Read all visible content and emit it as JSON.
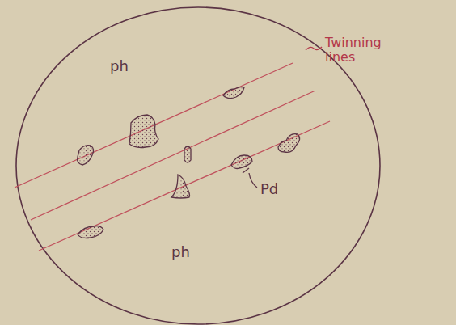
{
  "diagram": {
    "labels": [
      "ph",
      "Twinning lines",
      "Pd",
      "ph"
    ]
  }
}
